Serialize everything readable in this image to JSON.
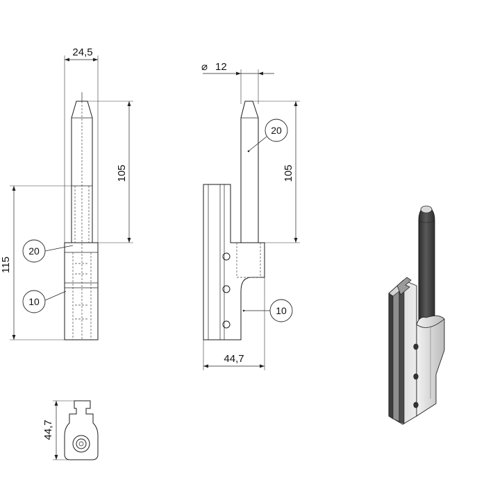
{
  "front_view": {
    "dim_width": "24,5",
    "dim_pin_length": "105",
    "dim_total_length": "115",
    "balloon_upper": "20",
    "balloon_lower": "10"
  },
  "side_view": {
    "dim_diameter_symbol": "⌀",
    "dim_diameter_value": "12",
    "dim_pin_length": "105",
    "dim_width": "44,7",
    "balloon_pin": "20",
    "balloon_body": "10"
  },
  "top_view": {
    "dim_depth": "44,7"
  },
  "iso_view": {
    "hole_count": 3
  },
  "colors": {
    "line": "#1a1a1a",
    "iso_dark": "#3a3a3a",
    "iso_mid": "#8a8a8a",
    "iso_light": "#d8d8d8"
  }
}
